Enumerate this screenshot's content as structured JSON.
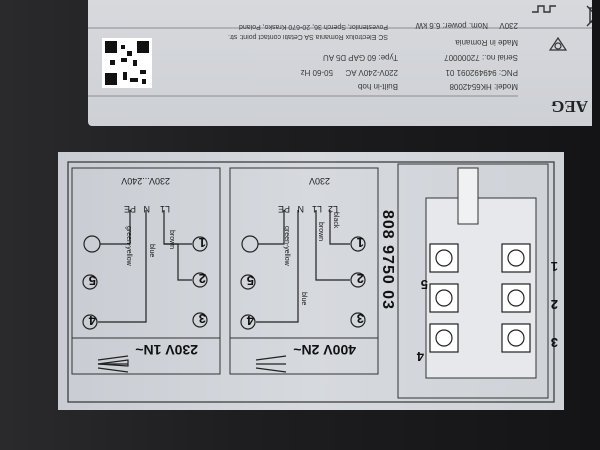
{
  "label": {
    "brand": "AEG",
    "model": "Model: HK6542008",
    "product_type": "Built-in hob",
    "pnc": "PNC: 949492091 01",
    "voltage_range": "220V-240V AC",
    "frequency": "50-60 Hz",
    "serial": "Serial no.: 72000007",
    "type": "Type: 60 GAP D5 AU",
    "made_in": "Made in Romania",
    "voltage": "230V",
    "power": "Nom. power: 6.6 kW",
    "manufacturer_line1": "SC Electrolux Romania SA Cetatii contact point: str.",
    "manufacturer_line2": "Povestenilor, Sperch 36, 20-670 Krasko, Poland"
  },
  "diagram": {
    "part_number": "808 9750 03",
    "config_230": {
      "title": "230V 1N~",
      "voltage_range": "230V...240V",
      "terminals": [
        "PE",
        "N",
        "L1"
      ],
      "wires": [
        "green-yellow",
        "blue",
        "brown"
      ],
      "pins": [
        "1",
        "2",
        "3",
        "4",
        "5"
      ]
    },
    "config_400": {
      "title": "400V 2N~",
      "voltage": "230V",
      "terminals": [
        "PE",
        "N",
        "L1",
        "L2"
      ],
      "wires": [
        "green-yellow",
        "blue",
        "brown",
        "black"
      ],
      "pins": [
        "1",
        "2",
        "3",
        "4",
        "5"
      ]
    },
    "terminal_numbers": [
      "1",
      "2",
      "3",
      "4",
      "5"
    ]
  },
  "colors": {
    "label_bg": "#d3d6da",
    "diagram_bg": "#d0d4d9",
    "ink": "#111111",
    "housing": "#1e1e20"
  }
}
